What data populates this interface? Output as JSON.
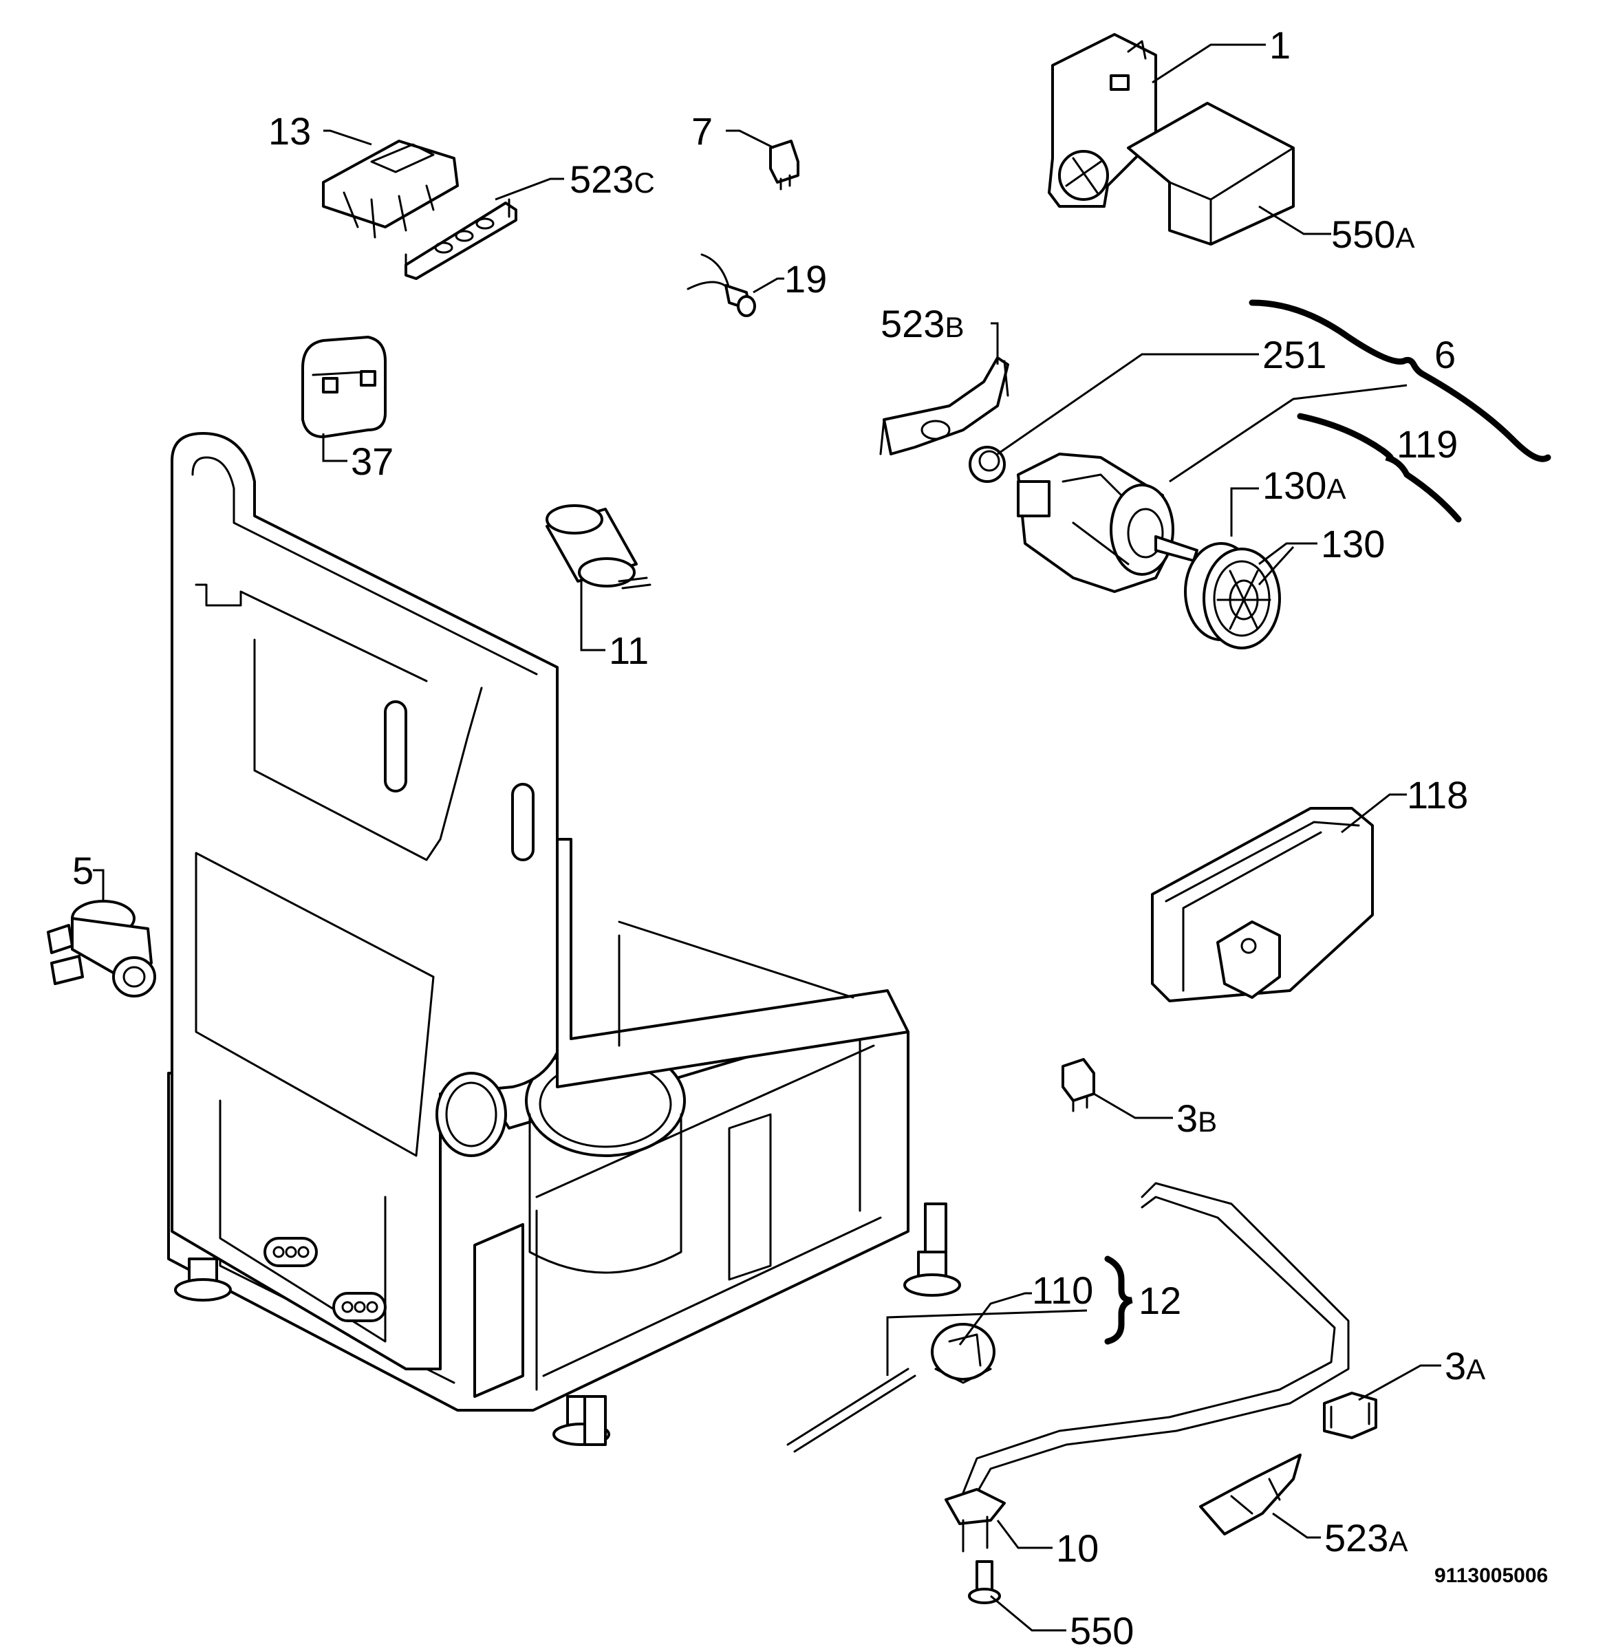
{
  "diagram": {
    "drawing_number": "9113005006",
    "labels": [
      {
        "id": "1",
        "text": "1"
      },
      {
        "id": "13",
        "text": "13"
      },
      {
        "id": "7",
        "text": "7"
      },
      {
        "id": "523c",
        "text": "523",
        "suffix": "C"
      },
      {
        "id": "550a",
        "text": "550",
        "suffix": "A"
      },
      {
        "id": "19",
        "text": "19"
      },
      {
        "id": "523b",
        "text": "523",
        "suffix": "B"
      },
      {
        "id": "251",
        "text": "251"
      },
      {
        "id": "6",
        "text": "6"
      },
      {
        "id": "119",
        "text": "119"
      },
      {
        "id": "130a",
        "text": "130",
        "suffix": "A"
      },
      {
        "id": "130",
        "text": "130"
      },
      {
        "id": "37",
        "text": "37"
      },
      {
        "id": "11",
        "text": "11"
      },
      {
        "id": "118",
        "text": "118"
      },
      {
        "id": "5",
        "text": "5"
      },
      {
        "id": "3b",
        "text": "3",
        "suffix": "B"
      },
      {
        "id": "110",
        "text": "110"
      },
      {
        "id": "12",
        "text": "12"
      },
      {
        "id": "3a",
        "text": "3",
        "suffix": "A"
      },
      {
        "id": "523a",
        "text": "523",
        "suffix": "A"
      },
      {
        "id": "10",
        "text": "10"
      },
      {
        "id": "550",
        "text": "550"
      }
    ]
  }
}
